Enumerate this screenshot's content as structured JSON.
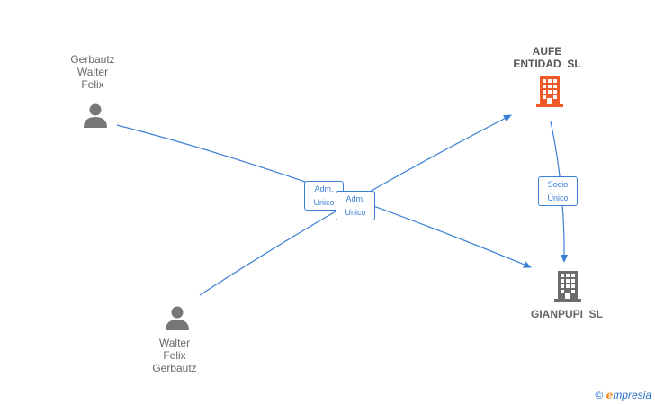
{
  "nodes": {
    "person_top": {
      "name_line1": "Gerbautz",
      "name_line2": "Walter",
      "name_line3": "Felix",
      "icon": "person-icon"
    },
    "person_bottom": {
      "name_line1": "Walter",
      "name_line2": "Felix",
      "name_line3": "Gerbautz",
      "icon": "person-icon"
    },
    "company_aufe": {
      "name_line1": "AUFE",
      "name_line2": "ENTIDAD  SL",
      "icon": "building-icon",
      "color": "#f05a28"
    },
    "company_gianpupi": {
      "name": "GIANPUPI  SL",
      "icon": "building-icon",
      "color": "#6b6b6b"
    }
  },
  "edges": {
    "adm1": {
      "line1": "Adm.",
      "line2": "Unico"
    },
    "adm2": {
      "line1": "Adm.",
      "line2": "Unico"
    },
    "socio": {
      "line1": "Socio",
      "line2": "Único"
    }
  },
  "footer": {
    "copyright": "©",
    "brand_first": "e",
    "brand_rest": "mpresia"
  },
  "colors": {
    "edge": "#3a7fd5",
    "person": "#777777",
    "highlight_company": "#f05a28",
    "company": "#6b6b6b"
  }
}
